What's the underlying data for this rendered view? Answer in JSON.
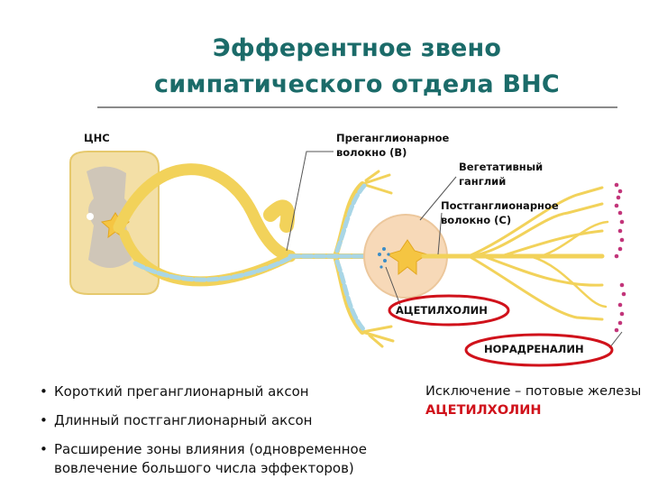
{
  "title": {
    "line1": "Эфферентное звено",
    "line2": "симпатического отдела ВНС"
  },
  "colors": {
    "title": "#1b6b69",
    "nerve": "#f2d25a",
    "myelin": "#a9d6e6",
    "ganglion": "#f7d9b8",
    "highlight": "#d0121b",
    "effector_dots": "#c2357a"
  },
  "labels": {
    "cns": "ЦНС",
    "preganglionic_1": "Преганглионарное",
    "preganglionic_2": "волокно (В)",
    "ganglion_1": "Вегетативный",
    "ganglion_2": "ганглий",
    "postganglionic_1": "Постганглионарное",
    "postganglionic_2": "волокно (С)",
    "acetylcholine": "АЦЕТИЛХОЛИН",
    "noradrenaline": "НОРАДРЕНАЛИН"
  },
  "bullets": [
    "Короткий преганглионарный аксон",
    "Длинный постганглионарный аксон",
    "Расширение зоны влияния (одновременное вовлечение большого числа эффекторов)"
  ],
  "bullet_symbol": "•",
  "exception": {
    "text": "Исключение – потовые железы",
    "highlight": "АЦЕТИЛХОЛИН"
  }
}
